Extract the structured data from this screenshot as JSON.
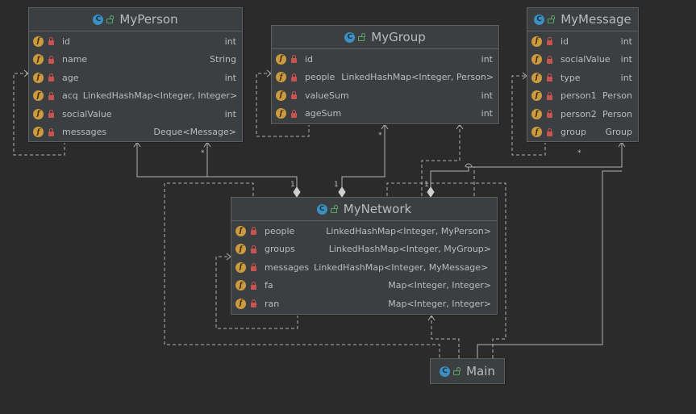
{
  "classes": {
    "person": {
      "name": "MyPerson",
      "icon_letter": "C",
      "fields": [
        {
          "name": "id",
          "type": "int"
        },
        {
          "name": "name",
          "type": "String"
        },
        {
          "name": "age",
          "type": "int"
        },
        {
          "name": "acq",
          "type": "LinkedHashMap<Integer, Integer>"
        },
        {
          "name": "socialValue",
          "type": "int"
        },
        {
          "name": "messages",
          "type": "Deque<Message>"
        }
      ]
    },
    "group": {
      "name": "MyGroup",
      "icon_letter": "C",
      "fields": [
        {
          "name": "id",
          "type": "int"
        },
        {
          "name": "people",
          "type": "LinkedHashMap<Integer, Person>"
        },
        {
          "name": "valueSum",
          "type": "int"
        },
        {
          "name": "ageSum",
          "type": "int"
        }
      ]
    },
    "message": {
      "name": "MyMessage",
      "icon_letter": "C",
      "fields": [
        {
          "name": "id",
          "type": "int"
        },
        {
          "name": "socialValue",
          "type": "int"
        },
        {
          "name": "type",
          "type": "int"
        },
        {
          "name": "person1",
          "type": "Person"
        },
        {
          "name": "person2",
          "type": "Person"
        },
        {
          "name": "group",
          "type": "Group"
        }
      ]
    },
    "network": {
      "name": "MyNetwork",
      "icon_letter": "C",
      "fields": [
        {
          "name": "people",
          "type": "LinkedHashMap<Integer, MyPerson>"
        },
        {
          "name": "groups",
          "type": "LinkedHashMap<Integer, MyGroup>"
        },
        {
          "name": "messages",
          "type": "LinkedHashMap<Integer, MyMessage>"
        },
        {
          "name": "fa",
          "type": "Map<Integer, Integer>"
        },
        {
          "name": "ran",
          "type": "Map<Integer, Integer>"
        }
      ]
    },
    "main": {
      "name": "Main",
      "icon_letter": "C"
    }
  },
  "field_icon_letter": "f",
  "multiplicity": {
    "one": "1",
    "many": "*"
  },
  "colors": {
    "background": "#2b2b2b",
    "panel": "#3c3f41",
    "line": "#b0b0b0",
    "text": "#bbbbbb",
    "class_icon": "#3d8fc1",
    "field_icon": "#cc9b3f",
    "private_lock": "#c75450",
    "public_lock": "#59a869"
  }
}
